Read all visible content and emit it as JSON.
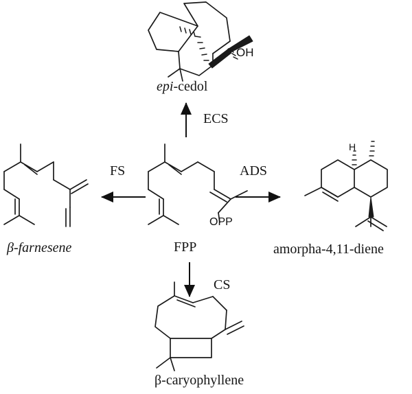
{
  "diagram": {
    "title_visible": false,
    "type": "chemical-reaction-scheme",
    "background_color": "#ffffff",
    "bond_color": "#1a1a1a",
    "text_color": "#151515"
  },
  "compounds": {
    "epi_cedol": {
      "name_italic_part": "epi",
      "name_roman_part": "-cedol",
      "full_name": "epi-cedol",
      "substituent_label": "OH"
    },
    "fpp": {
      "name": "FPP",
      "substituent_label": "OPP"
    },
    "beta_farnesene": {
      "name": "β-farnesene"
    },
    "amorpha_diene": {
      "name": "amorpha-4,11-diene",
      "substituent_label": "H"
    },
    "beta_caryophyllene": {
      "name": "β-caryophyllene"
    }
  },
  "enzymes": [
    {
      "abbrev": "ECS",
      "direction": "up",
      "from": "FPP",
      "to": "epi-cedol"
    },
    {
      "abbrev": "FS",
      "direction": "left",
      "from": "FPP",
      "to": "β-farnesene"
    },
    {
      "abbrev": "ADS",
      "direction": "right",
      "from": "FPP",
      "to": "amorpha-4,11-diene"
    },
    {
      "abbrev": "CS",
      "direction": "down",
      "from": "FPP",
      "to": "β-caryophyllene"
    }
  ],
  "arrows": {
    "ecs_label": "ECS",
    "fs_label": "FS",
    "ads_label": "ADS",
    "cs_label": "CS"
  }
}
